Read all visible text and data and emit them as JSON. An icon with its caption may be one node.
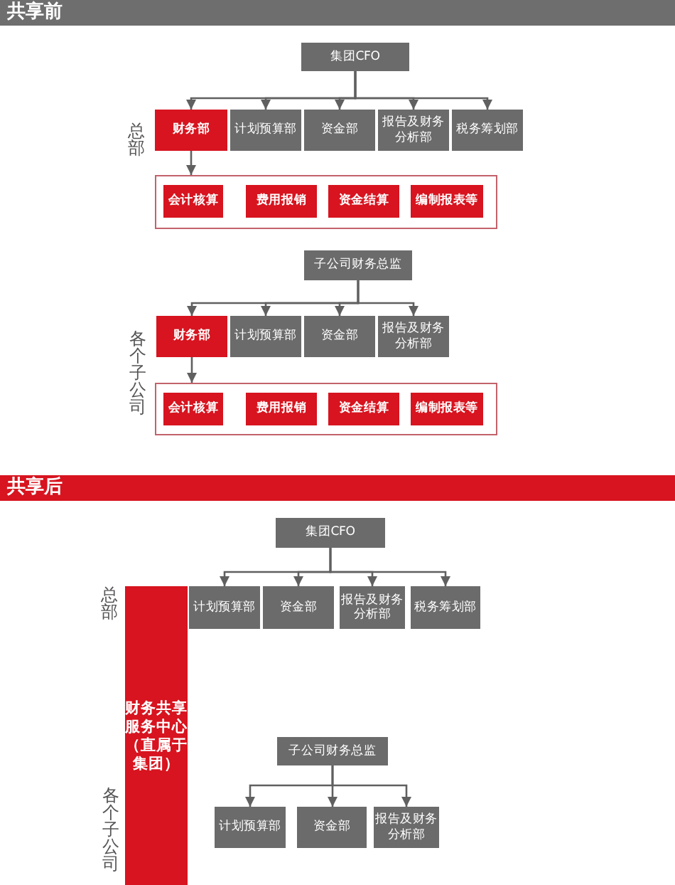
{
  "diagram": {
    "nodes": [
      {
        "text": [
          "集团CFO"
        ]
      },
      {
        "text": [
          "财务部"
        ]
      },
      {
        "text": [
          "计划预算部"
        ]
      },
      {
        "text": [
          "资金部"
        ]
      },
      {
        "text": [
          "报告及财务分析部"
        ]
      },
      {
        "text": [
          "税务筹划部"
        ]
      },
      {
        "text": [],
        "shape": "box"
      },
      {
        "text": [
          "会计核算"
        ],
        "in": 6
      },
      {
        "text": [
          "费用报销"
        ],
        "in": 6
      },
      {
        "text": [
          "资金结算"
        ],
        "in": 6
      },
      {
        "text": [
          "编制报表等"
        ],
        "in": 6
      },
      {
        "text": [
          "子公司财务总监"
        ]
      },
      {
        "text": [
          "财务部"
        ]
      },
      {
        "text": [
          "计划预算部"
        ]
      },
      {
        "text": [
          "资金部"
        ]
      },
      {
        "text": [
          "报告及财务分析部"
        ]
      },
      {
        "text": [],
        "shape": "box"
      },
      {
        "text": [
          "会计核算"
        ],
        "in": 16
      },
      {
        "text": [
          "费用报销"
        ],
        "in": 16
      },
      {
        "text": [
          "资金结算"
        ],
        "in": 16
      },
      {
        "text": [
          "编制报表等"
        ],
        "in": 16
      },
      {
        "text": [
          "集团CFO"
        ]
      },
      {
        "text": [
          "计划预算部"
        ]
      },
      {
        "text": [
          "资金部"
        ]
      },
      {
        "text": [
          "报告及财务分析部"
        ]
      },
      {
        "text": [
          "税务筹划部"
        ]
      },
      {
        "text": [
          "财务共享服务中心（直属于集团）"
        ]
      },
      {
        "text": [
          "子公司财务总监"
        ]
      },
      {
        "text": [
          "计划预算部"
        ]
      },
      {
        "text": [
          "资金部"
        ]
      },
      {
        "text": [
          "报告及财务分析部"
        ]
      }
    ],
    "edges": [
      {
        "from": 0,
        "to": 1,
        "arrow": "to"
      },
      {
        "from": 0,
        "to": 2,
        "arrow": "to"
      },
      {
        "from": 0,
        "to": 3,
        "arrow": "to"
      },
      {
        "from": 0,
        "to": 4,
        "arrow": "to"
      },
      {
        "from": 0,
        "to": 5,
        "arrow": "to"
      },
      {
        "from": 1,
        "to": 6,
        "arrow": "to"
      },
      {
        "from": 11,
        "to": 12,
        "arrow": "to"
      },
      {
        "from": 11,
        "to": 13,
        "arrow": "to"
      },
      {
        "from": 11,
        "to": 14,
        "arrow": "to"
      },
      {
        "from": 11,
        "to": 15,
        "arrow": "to"
      },
      {
        "from": 12,
        "to": 16,
        "arrow": "to"
      },
      {
        "from": 21,
        "to": 22,
        "arrow": "to"
      },
      {
        "from": 21,
        "to": 23,
        "arrow": "to"
      },
      {
        "from": 21,
        "to": 24,
        "arrow": "to"
      },
      {
        "from": 21,
        "to": 25,
        "arrow": "to"
      },
      {
        "from": 27,
        "to": 28,
        "arrow": "to"
      },
      {
        "from": 27,
        "to": 29,
        "arrow": "to"
      },
      {
        "from": 27,
        "to": 30,
        "arrow": "to"
      }
    ],
    "labels": [
      "共享前",
      "总部",
      "各个子公司",
      "共享后",
      "总部",
      "各个子公司"
    ]
  }
}
